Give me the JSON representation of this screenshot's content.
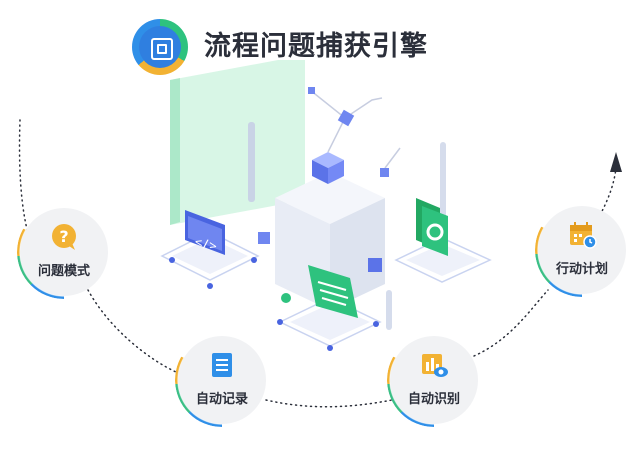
{
  "title": "流程问题捕获引擎",
  "nodes": {
    "problem_mode": "问题模式",
    "auto_record": "自动记录",
    "auto_identify": "自动识别",
    "action_plan": "行动计划"
  },
  "colors": {
    "blue": "#2f8fe8",
    "green": "#2ec27e",
    "yellow": "#f2b233",
    "text": "#2b2f3a"
  },
  "icons": [
    "chip-logo-icon",
    "question-icon",
    "list-icon",
    "chart-eye-icon",
    "calendar-clock-icon",
    "code-icon",
    "gear-icon",
    "document-icon"
  ]
}
